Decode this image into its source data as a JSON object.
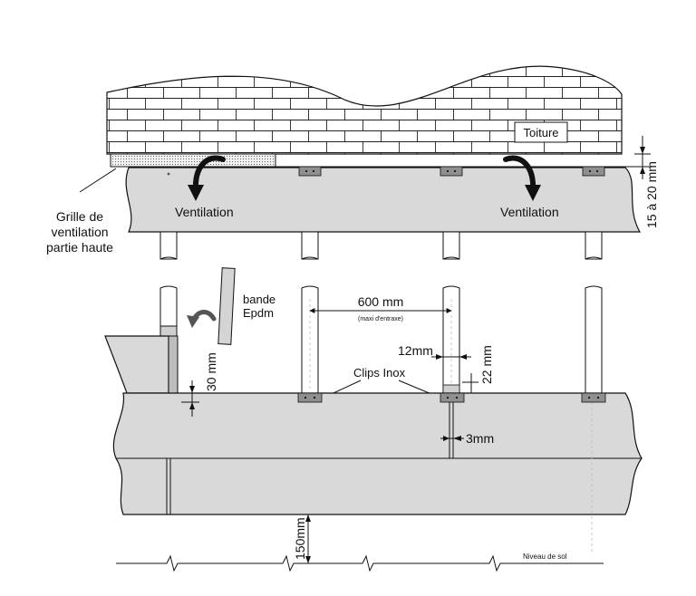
{
  "labels": {
    "toiture": "Toiture",
    "ventilation": "Ventilation",
    "grille_line1": "Grille de",
    "grille_line2": "ventilation",
    "grille_line3": "partie haute",
    "gap_top": "15 à 20 mm",
    "bande_line1": "bande",
    "bande_line2": "Epdm",
    "entraxe": "600 mm",
    "entraxe_note": "(maxi d'entraxe)",
    "width_12": "12mm",
    "height_22": "22 mm",
    "clips": "Clips Inox",
    "gap_30": "30 mm",
    "gap_3": "3mm",
    "ground_gap": "150mm",
    "ground": "Niveau de sol"
  },
  "colors": {
    "panel": "#d9d9d9",
    "clip": "#8f8f8f",
    "line": "#111111"
  }
}
